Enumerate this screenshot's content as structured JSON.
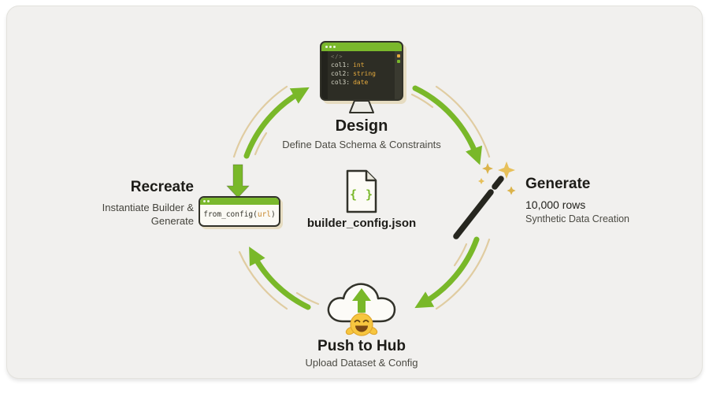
{
  "colors": {
    "background": "#f1f0ee",
    "arrow_green": "#79b829",
    "accent_tan": "#dcc48e",
    "heading_ink": "#1d1c18"
  },
  "center": {
    "file_braces": "{ }",
    "filename": "builder_config.json"
  },
  "design": {
    "title": "Design",
    "subtitle": "Define Data Schema & Constraints",
    "editor_glyphs": "</>",
    "code_lines": [
      {
        "key": "col1:",
        "type": "int"
      },
      {
        "key": "col2:",
        "type": "string"
      },
      {
        "key": "col3:",
        "type": "date"
      }
    ]
  },
  "generate": {
    "title": "Generate",
    "detail1": "10,000 rows",
    "detail2": "Synthetic Data Creation"
  },
  "push": {
    "title": "Push to Hub",
    "subtitle": "Upload Dataset & Config"
  },
  "recreate": {
    "title": "Recreate",
    "detail1": "Instantiate Builder &",
    "detail2": "Generate",
    "code_pre": "from_config(",
    "code_arg": "url",
    "code_post": ")"
  }
}
